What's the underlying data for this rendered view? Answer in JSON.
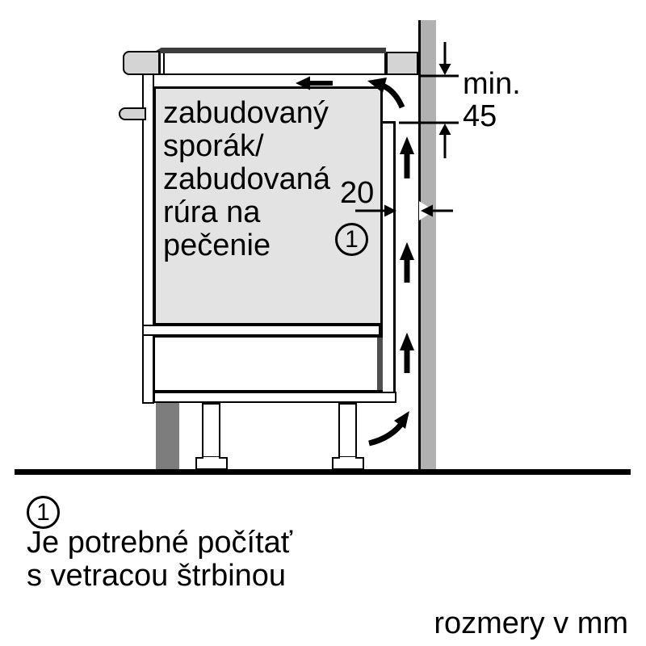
{
  "diagram": {
    "appliance_label": "zabudovaný\nsporák/\nzabudovaná\nrúra na\npečenie",
    "top_clearance": {
      "prefix": "min.",
      "value": "45"
    },
    "rear_gap": {
      "value": "20"
    },
    "callout_marker": "1"
  },
  "legend": {
    "marker": "1",
    "note": "Je potrebné počítať\ns vetracou štrbinou",
    "units_note": "rozmery v mm"
  },
  "colors": {
    "wall": "#b1b1b1",
    "cabinet_fill": "#e3e3e3",
    "trim_fill": "#d4d4d4",
    "plinth": "#7d7d7d",
    "cooktop_surface": "#3b3b3b",
    "line": "#000000"
  }
}
